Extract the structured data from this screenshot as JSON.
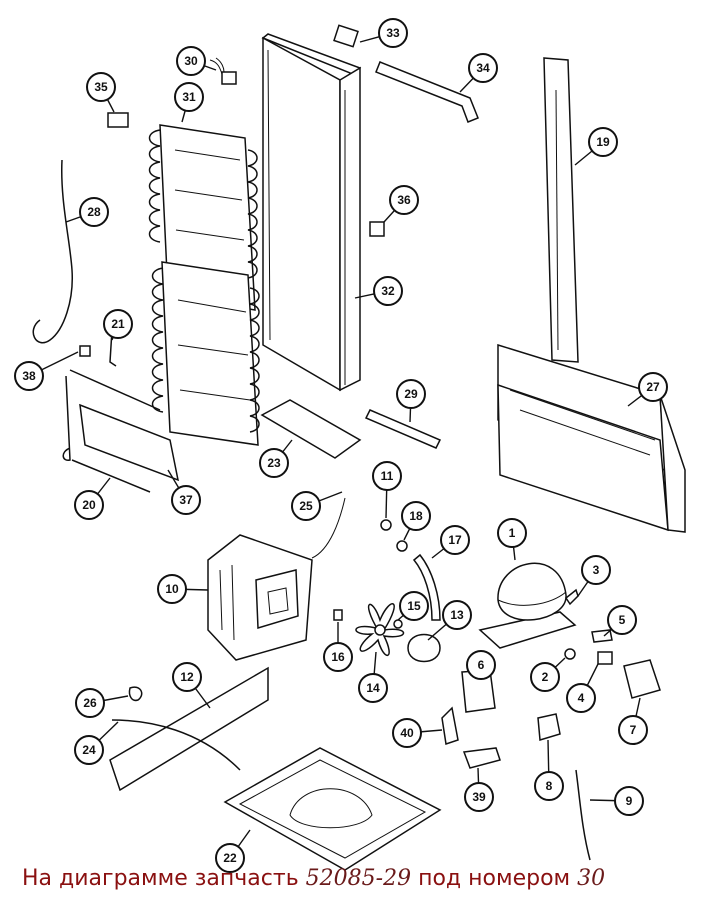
{
  "caption": {
    "prefix": "На диаграмме запчасть",
    "part_number": "52085-29",
    "middle": "под номером",
    "callout_number": "30"
  },
  "callouts": [
    "1",
    "2",
    "3",
    "4",
    "5",
    "6",
    "7",
    "8",
    "9",
    "10",
    "11",
    "12",
    "13",
    "14",
    "15",
    "16",
    "17",
    "18",
    "19",
    "20",
    "21",
    "22",
    "23",
    "24",
    "25",
    "26",
    "27",
    "28",
    "29",
    "30",
    "31",
    "32",
    "33",
    "34",
    "35",
    "36",
    "37",
    "38",
    "39",
    "40"
  ],
  "colors": {
    "line": "#111111",
    "caption": "#8a1010"
  }
}
